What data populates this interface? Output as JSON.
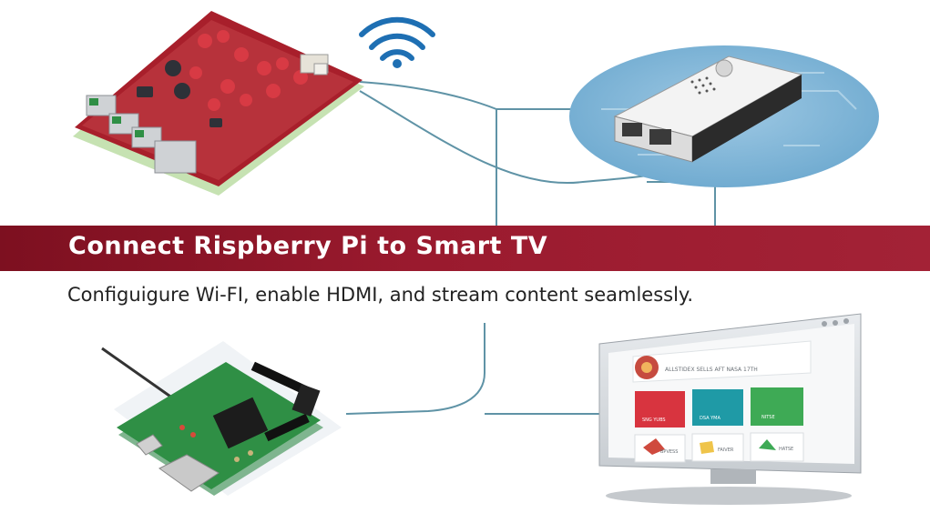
{
  "banner": {
    "title": "Connect Rispberry Pi to Smart TV",
    "color": "#9a1a2e"
  },
  "subtitle": "Configuigure Wi-FI, enable HDMI, and stream content seamlessly.",
  "icons": [
    "wifi-icon"
  ],
  "tv_screen": {
    "header_text": "ALLSTIDEX SELLS AFT NASA 17TH",
    "tiles": [
      {
        "color": "#d8343f",
        "caption": "SNG YUBS"
      },
      {
        "color": "#1f9aa6",
        "caption": "DSA YMA"
      },
      {
        "color": "#3eaa55",
        "caption": "NITSE"
      },
      {
        "caption": "BPVESS"
      },
      {
        "caption": "FAIVER"
      },
      {
        "caption": "HATSE"
      }
    ]
  },
  "colors": {
    "banner": "#9a1a2e",
    "connector": "#5b8fa3",
    "wifi": "#1e6fb3",
    "board_red": "#b21e2c",
    "board_green": "#2f8f45"
  }
}
